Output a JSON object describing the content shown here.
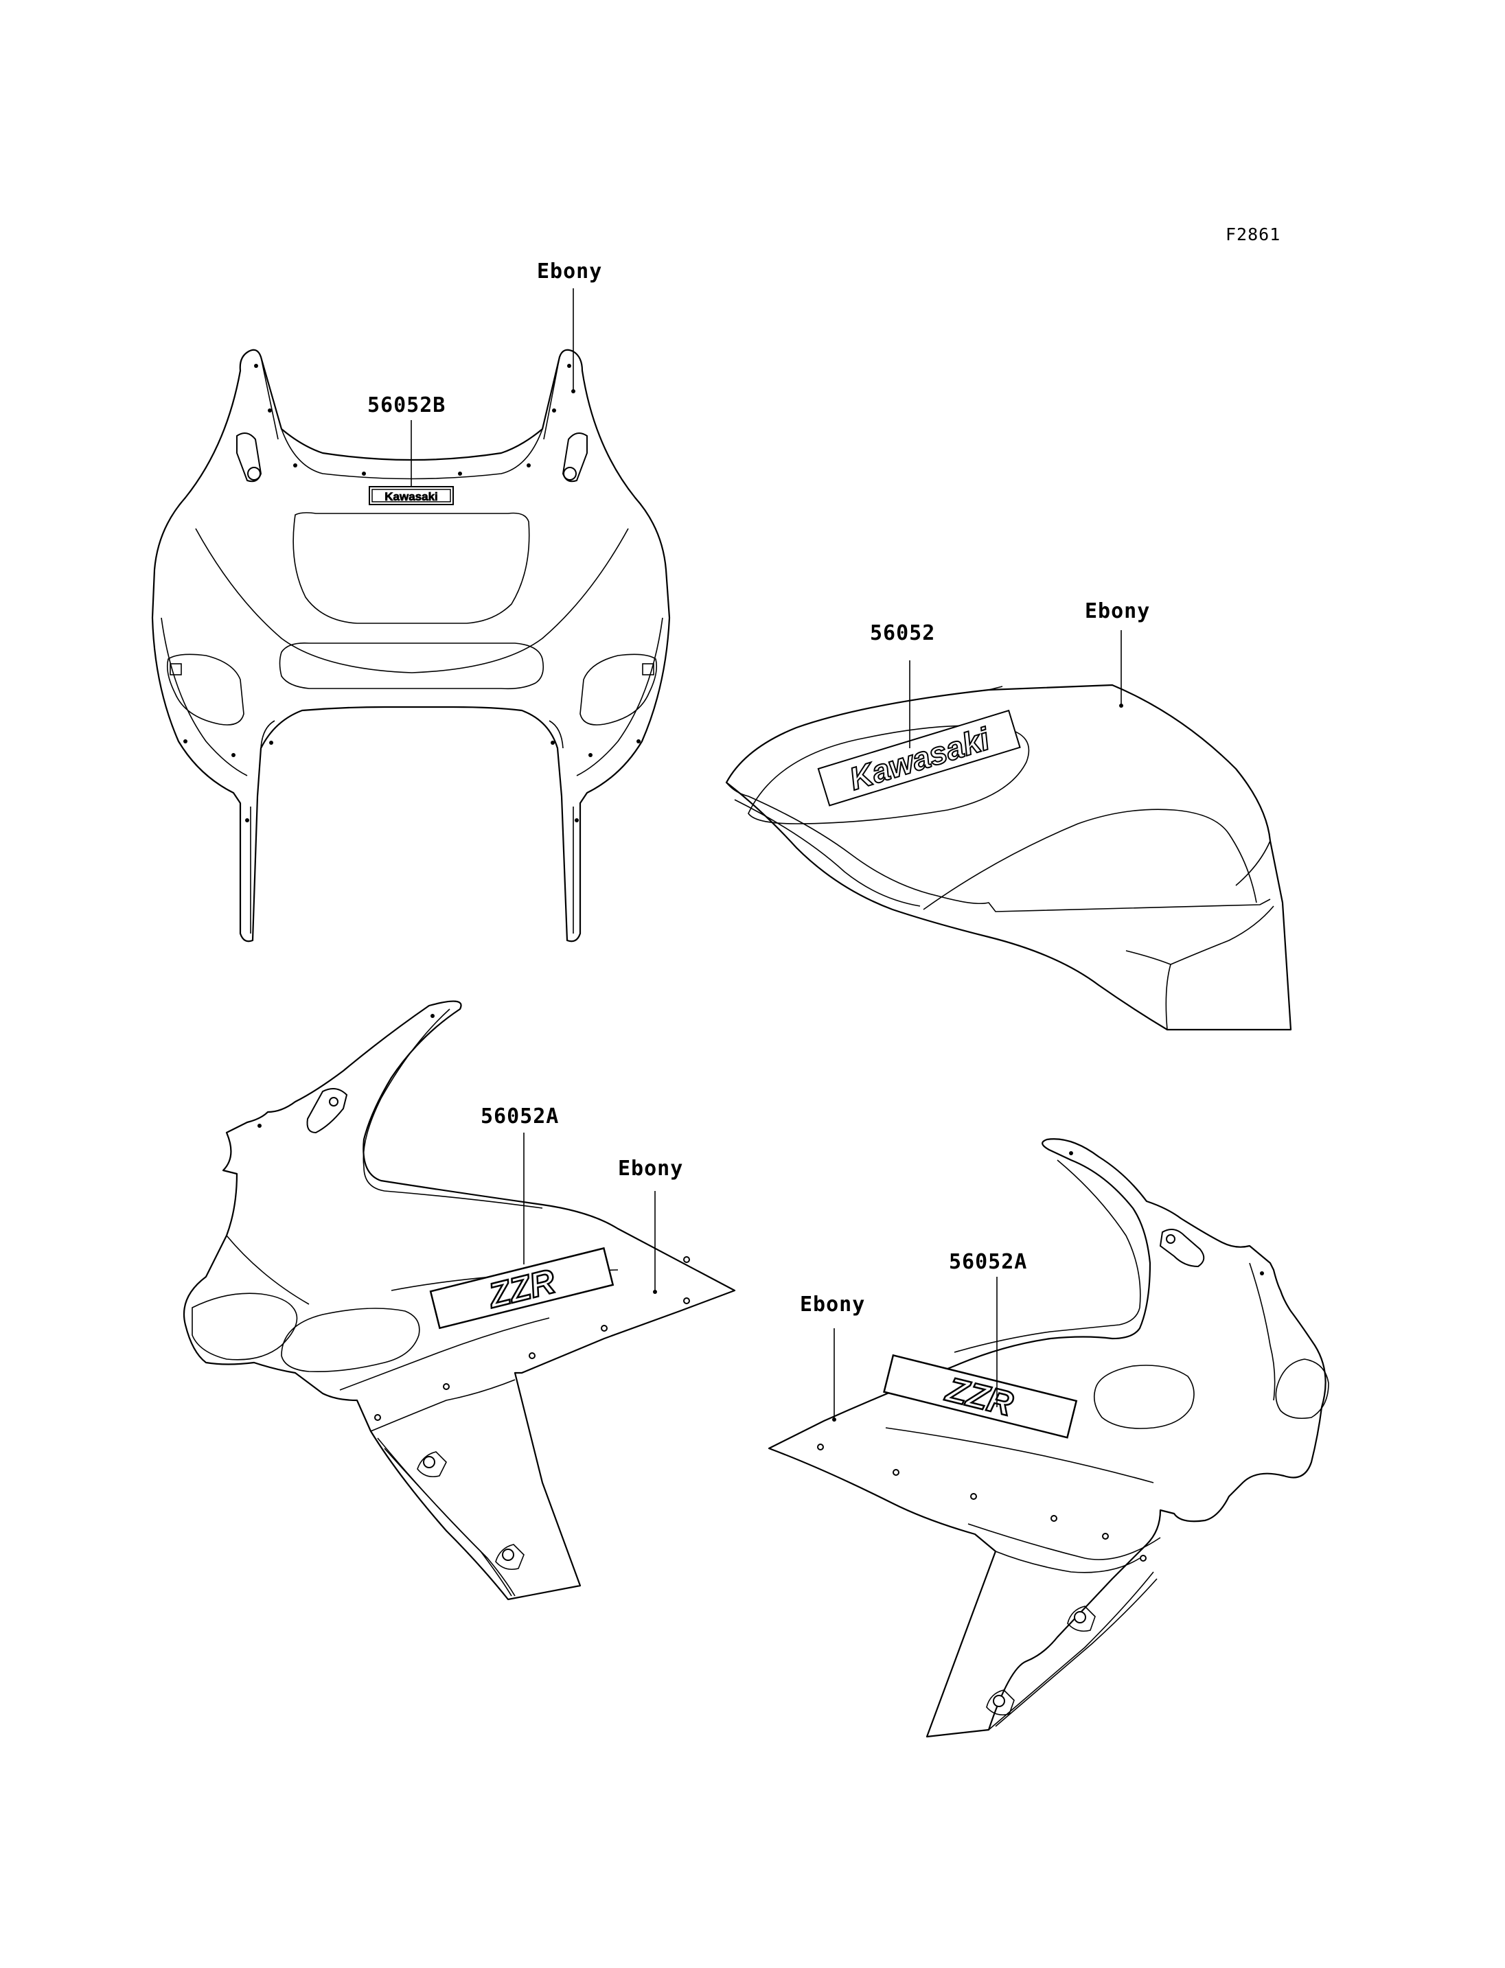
{
  "figure_code": "F2861",
  "parts": {
    "front_cowl": {
      "part_number": "56052B",
      "color_label": "Ebony",
      "decal_text": "Kawasaki"
    },
    "fuel_tank": {
      "part_number": "56052",
      "color_label": "Ebony",
      "decal_text": "Kawasaki"
    },
    "left_side_cowl": {
      "part_number": "56052A",
      "color_label": "Ebony",
      "decal_text": "ZZR"
    },
    "right_side_cowl": {
      "part_number": "56052A",
      "color_label": "Ebony",
      "decal_text": "ZZR"
    }
  }
}
